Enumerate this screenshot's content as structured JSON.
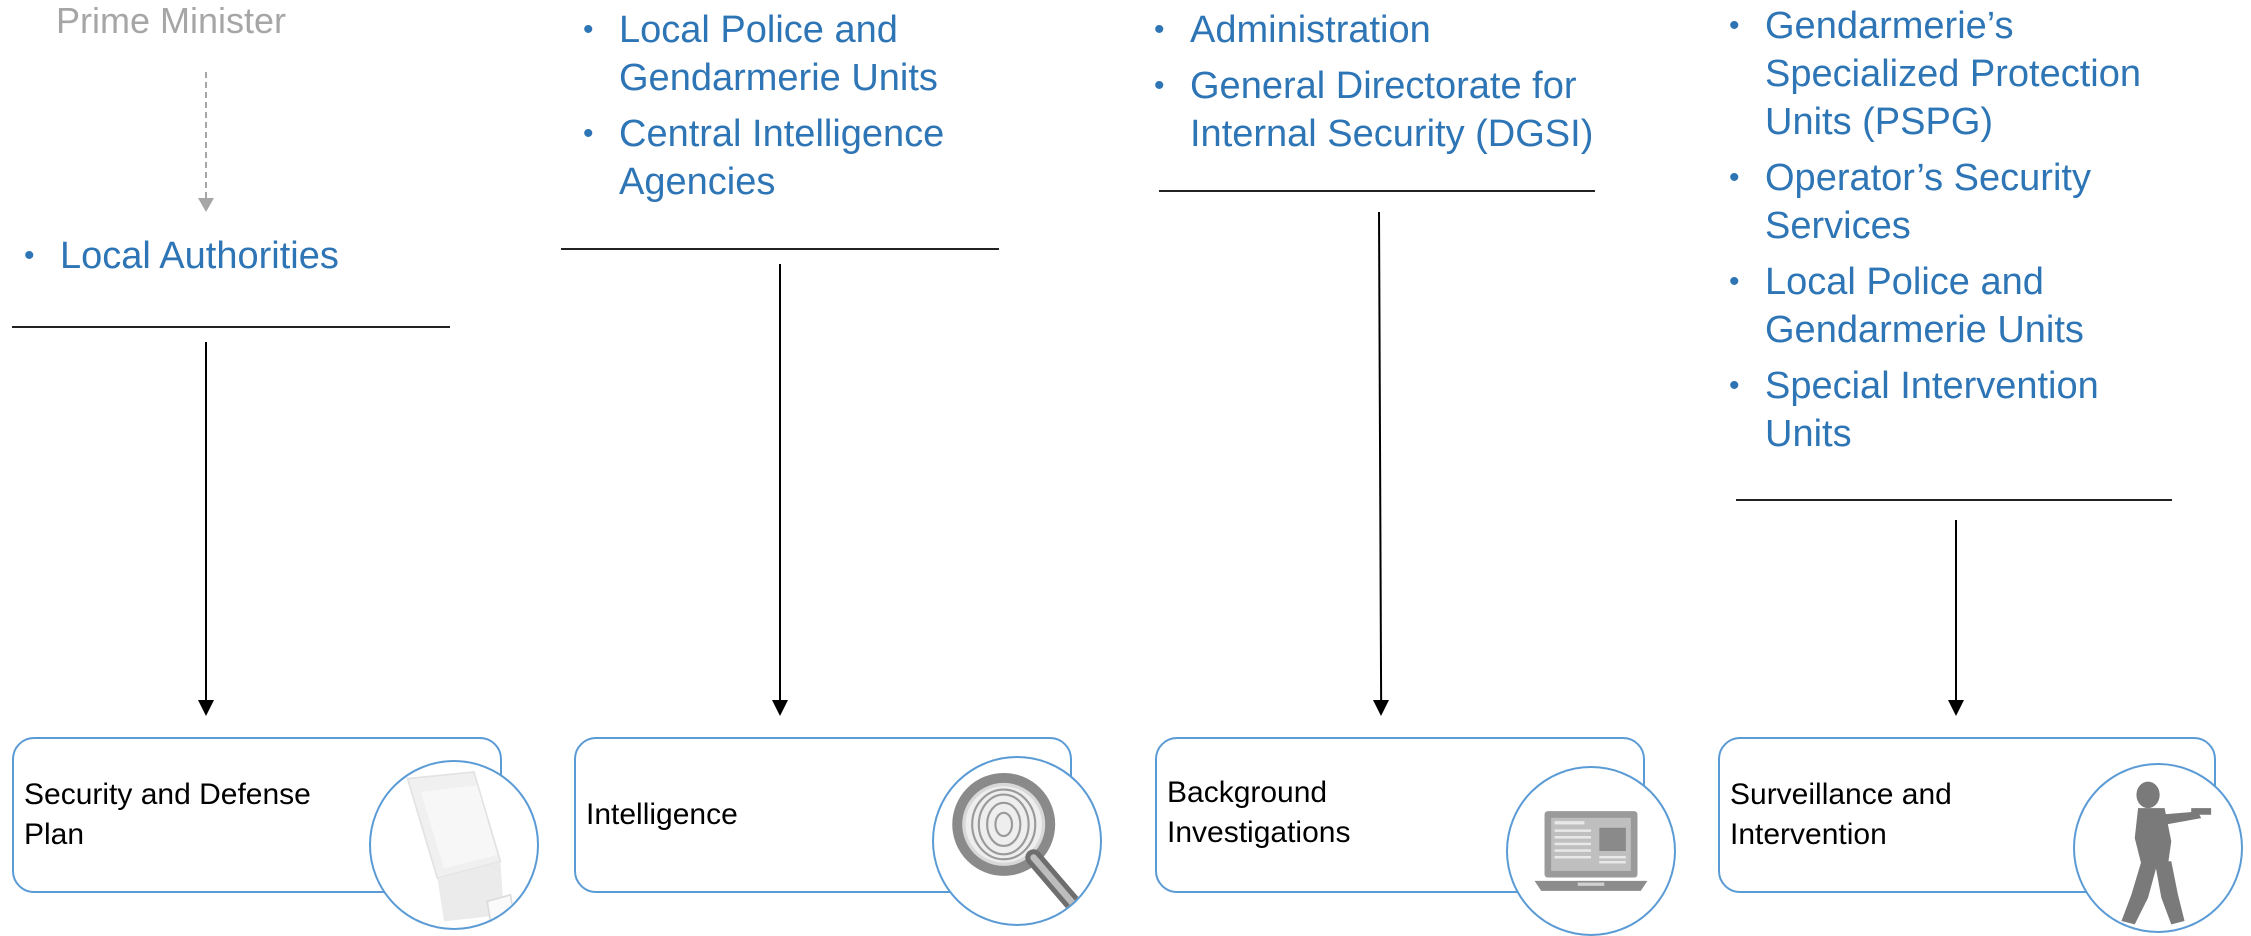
{
  "columns": [
    {
      "id": "security-defense",
      "top_label": "Prime Minister",
      "bullets": [
        "Local Authorities"
      ],
      "card_label": "Security and Defense Plan",
      "icon": "document-icon"
    },
    {
      "id": "intelligence",
      "bullets": [
        "Local Police and Gendarmerie Units",
        "Central Intelligence Agencies"
      ],
      "card_label": "Intelligence",
      "icon": "magnifier-fingerprint-icon"
    },
    {
      "id": "background",
      "bullets": [
        "Administration",
        "General Directorate for Internal Security (DGSI)"
      ],
      "card_label": "Background Investigations",
      "icon": "laptop-icon"
    },
    {
      "id": "surveillance",
      "bullets": [
        "Gendarmerie’s Specialized Protection Units (PSPG)",
        "Operator’s Security Services",
        "Local Police and Gendarmerie Units",
        "Special Intervention Units"
      ],
      "card_label": "Surveillance and Intervention",
      "icon": "armed-officer-icon"
    }
  ],
  "colors": {
    "bullet_text": "#2e75b6",
    "card_border": "#5b9bd5",
    "muted": "#a6a6a6"
  }
}
